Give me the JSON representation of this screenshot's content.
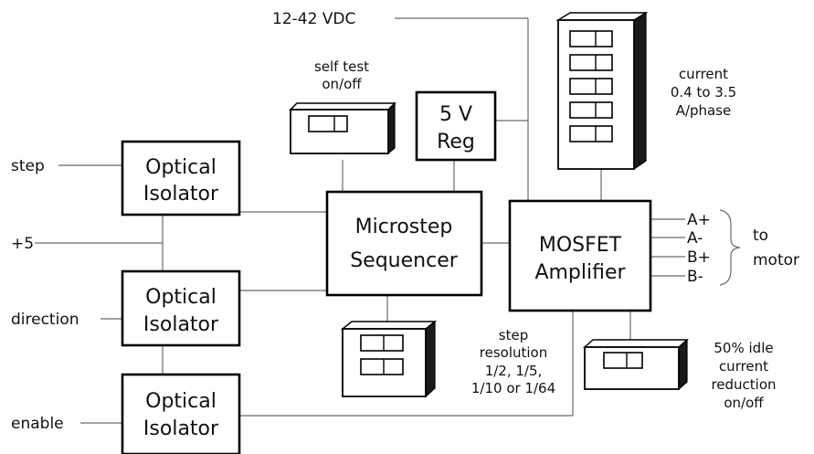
{
  "supply_label": "12-42 VDC",
  "inputs": {
    "step": "step",
    "plus5": "+5",
    "direction": "direction",
    "enable": "enable"
  },
  "blocks": {
    "isolator1": [
      "Optical",
      "Isolator"
    ],
    "isolator2": [
      "Optical",
      "Isolator"
    ],
    "isolator3": [
      "Optical",
      "Isolator"
    ],
    "regulator": [
      "5 V",
      "Reg"
    ],
    "sequencer": [
      "Microstep",
      "Sequencer"
    ],
    "amplifier": [
      "MOSFET",
      "Amplifier"
    ]
  },
  "outputs": [
    "A+",
    "A-",
    "B+",
    "B-"
  ],
  "motor_label": [
    "to",
    "motor"
  ],
  "switch_notes": {
    "self_test": [
      "self test",
      "on/off"
    ],
    "current": [
      "current",
      "0.4 to 3.5",
      "A/phase"
    ],
    "step_resolution": [
      "step",
      "resolution",
      "1/2, 1/5,",
      "1/10 or 1/64"
    ],
    "idle_reduction": [
      "50% idle",
      "current",
      "reduction",
      "on/off"
    ]
  },
  "colors": {
    "wire": "#6a6a6a",
    "box_stroke": "#000000",
    "switch_side": "#1a1a1a"
  }
}
